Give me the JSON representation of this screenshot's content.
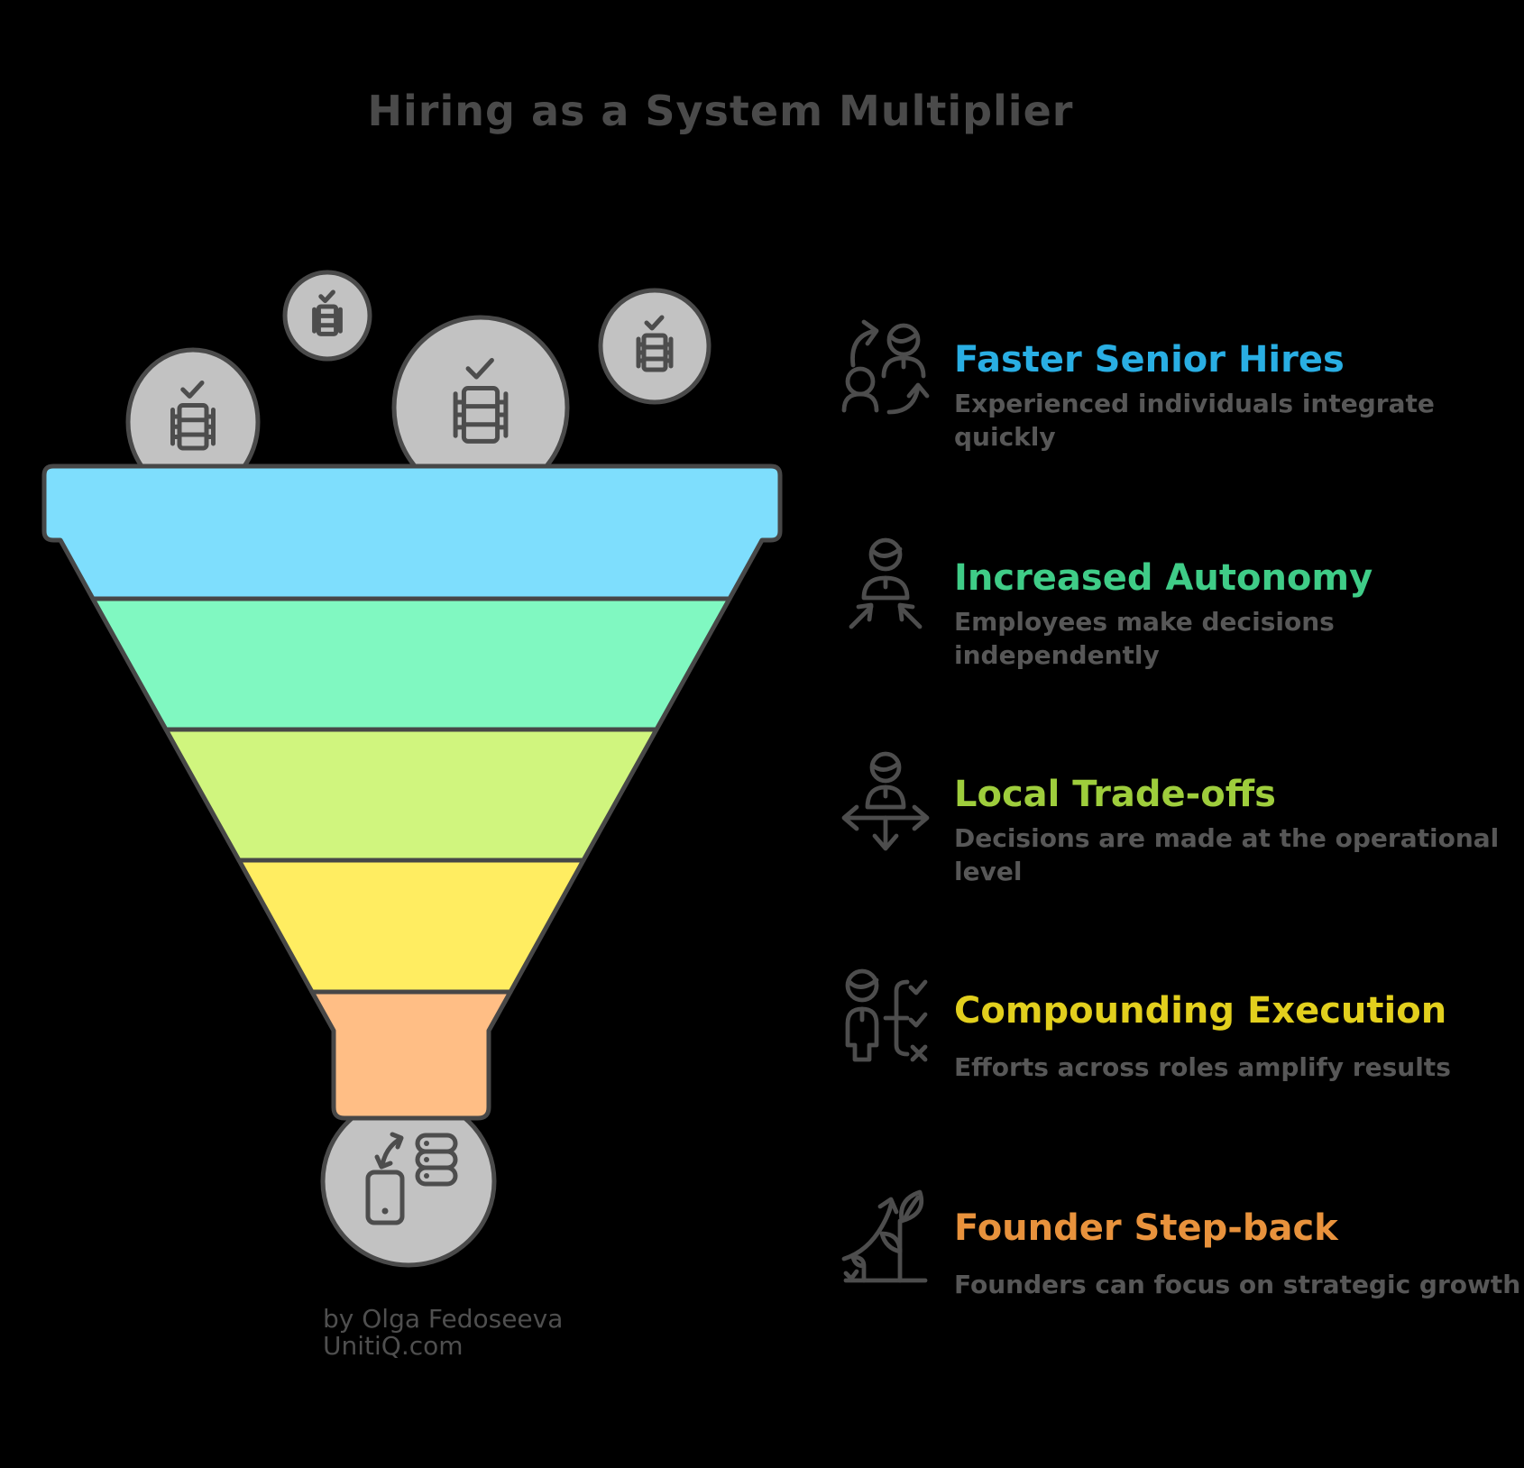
{
  "background": "#000000",
  "title": {
    "text": "Hiring as a System Multiplier",
    "color": "#4A4A4A"
  },
  "funnel": {
    "outline_color": "#474747",
    "bubble_fill": "#C2C2C2",
    "bubble_stroke": "#4A4A4A",
    "icon_color": "#4D4D4D",
    "level_colors": [
      "#7EDEFD",
      "#80F8C1",
      "#D0F57E",
      "#FFED61",
      "#FFBE85"
    ]
  },
  "items": [
    {
      "icon": "people-swap-icon",
      "heading": "Faster Senior Hires",
      "heading_color": "#29AEE3",
      "desc": [
        "Experienced individuals integrate",
        "quickly"
      ]
    },
    {
      "icon": "autonomy-person-icon",
      "heading": "Increased Autonomy",
      "heading_color": "#3FCC87",
      "desc": [
        "Employees make decisions",
        "independently"
      ]
    },
    {
      "icon": "directions-person-icon",
      "heading": "Local Trade-offs",
      "heading_color": "#9ECD3C",
      "desc": [
        "Decisions are made at the operational",
        "level"
      ]
    },
    {
      "icon": "checklist-person-icon",
      "heading": "Compounding Execution",
      "heading_color": "#E2CF1D",
      "desc": [
        "Efforts across roles amplify results"
      ]
    },
    {
      "icon": "growth-plant-icon",
      "heading": "Founder Step-back",
      "heading_color": "#E8923C",
      "desc": [
        "Founders can focus on strategic growth"
      ]
    }
  ],
  "desc_color": "#575757",
  "attribution": {
    "line1": "by Olga Fedoseeva",
    "line2": "UnitiQ.com",
    "color": "#4F4F4F"
  }
}
